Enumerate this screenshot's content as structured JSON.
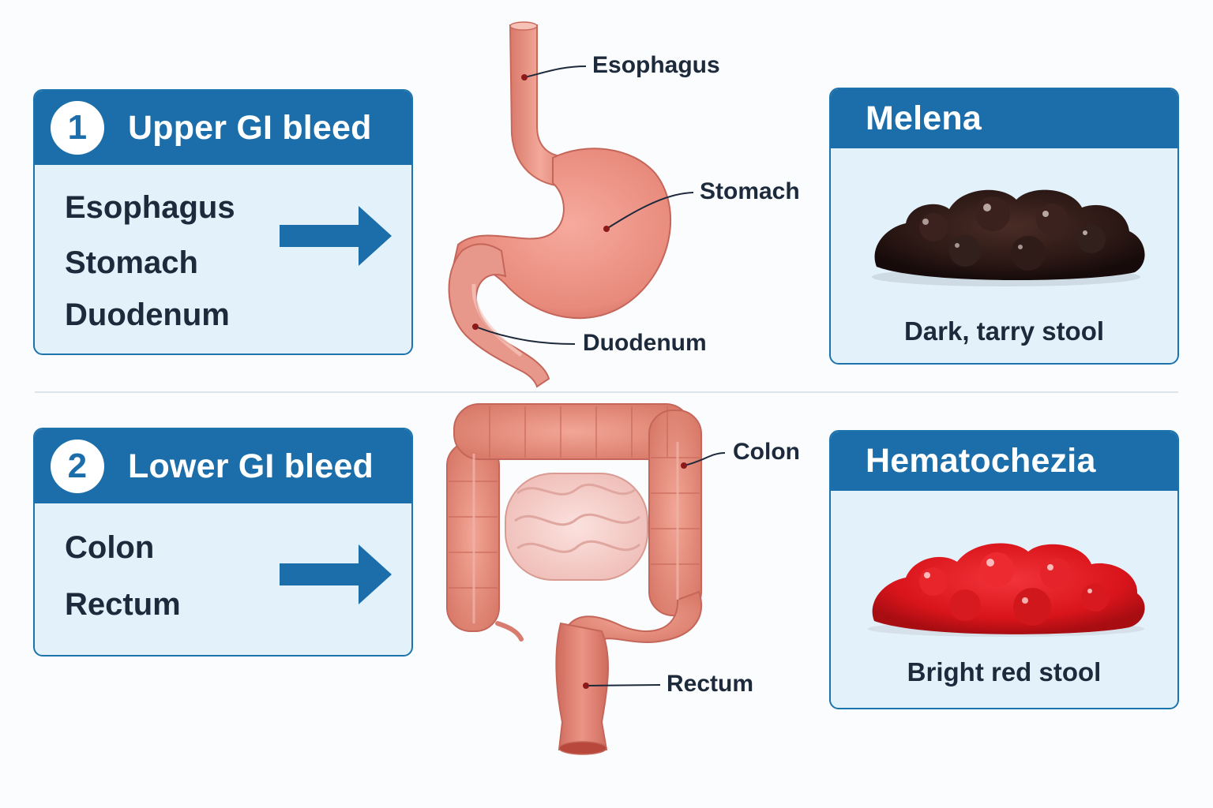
{
  "upper_card": {
    "number": "1",
    "title": "Upper GI bleed",
    "items": [
      "Esophagus",
      "Stomach",
      "Duodenum"
    ]
  },
  "lower_card": {
    "number": "2",
    "title": "Lower GI bleed",
    "items": [
      "Colon",
      "Rectum"
    ]
  },
  "melena_card": {
    "title": "Melena",
    "caption": "Dark, tarry stool"
  },
  "hematochezia_card": {
    "title": "Hematochezia",
    "caption": "Bright red stool"
  },
  "anatomy_labels": {
    "esophagus": "Esophagus",
    "stomach": "Stomach",
    "duodenum": "Duodenum",
    "colon": "Colon",
    "rectum": "Rectum"
  },
  "colors": {
    "header_blue": "#1b6ea9",
    "card_fill": "#e3f1fb",
    "melena": "#2a1714",
    "hematochezia": "#d9151b",
    "tissue": "#e88a7c"
  }
}
